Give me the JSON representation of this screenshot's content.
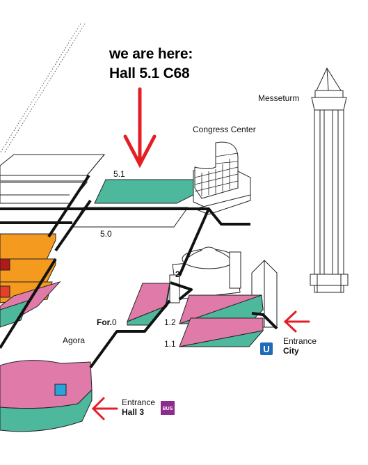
{
  "callout": {
    "line1": "we are here:",
    "line2": "Hall 5.1 C68"
  },
  "landmarks": {
    "messeturm": "Messeturm",
    "congress_center": "Congress Center",
    "agora": "Agora"
  },
  "halls": {
    "h51": "5.1",
    "h50": "5.0",
    "h2": "2",
    "h12": "1.2",
    "h11": "1.1",
    "forum_prefix": "For.",
    "forum_num": "0"
  },
  "entrances": {
    "city_line1": "Entrance",
    "city_line2": "City",
    "hall3_line1": "Entrance",
    "hall3_line2": "Hall 3"
  },
  "badges": {
    "subway": "U",
    "bus": "BUS"
  },
  "icons": [
    "you-are-here-arrow-icon",
    "entrance-arrow-icon",
    "subway-icon",
    "bus-icon"
  ],
  "colors": {
    "teal": "#4db89c",
    "pink": "#e07aa8",
    "orange": "#f39a1f",
    "red_arrow": "#e31e24",
    "dark_red": "#b01a1a",
    "subway_blue": "#1f6bb8",
    "bus_purple": "#8e2c8e",
    "walkway": "#111111"
  }
}
